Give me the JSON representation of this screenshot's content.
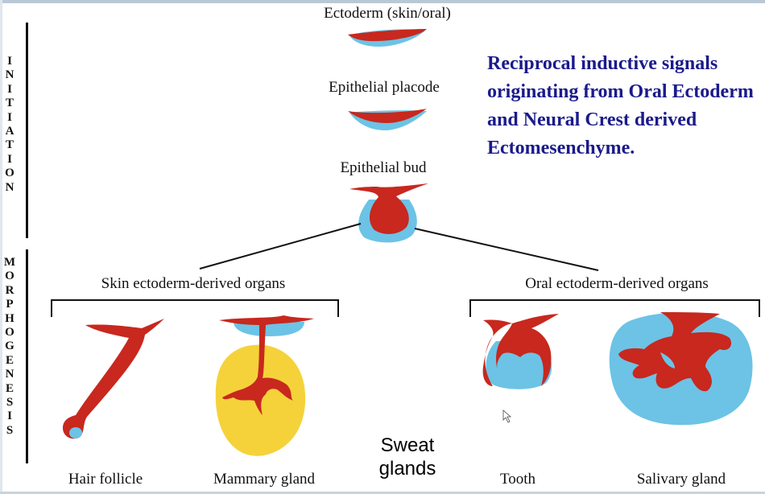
{
  "phases": {
    "initiation": "INITIATION",
    "morphogenesis": "MORPHOGENESIS"
  },
  "stages": {
    "ectoderm": "Ectoderm (skin/oral)",
    "placode": "Epithelial placode",
    "bud": "Epithelial bud"
  },
  "note": "Reciprocal inductive signals originating from Oral Ectoderm and Neural Crest derived Ectomesenchyme.",
  "groups": {
    "skin": "Skin ectoderm-derived organs",
    "oral": "Oral ectoderm-derived organs"
  },
  "organs": {
    "hair": "Hair follicle",
    "mammary": "Mammary gland",
    "sweat_line1": "Sweat",
    "sweat_line2": "glands",
    "tooth": "Tooth",
    "salivary": "Salivary gland"
  },
  "colors": {
    "epithelium": "#c8281e",
    "mesenchyme": "#6cc3e6",
    "fat_pad": "#f5d23a",
    "note_text": "#1a1a8c"
  }
}
